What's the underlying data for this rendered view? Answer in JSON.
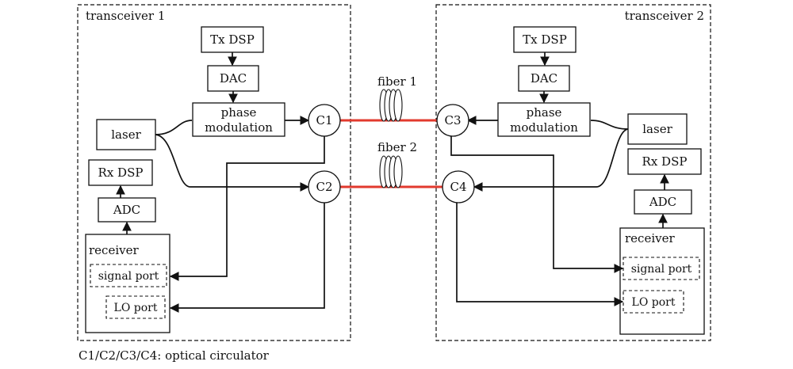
{
  "transceiver1": {
    "title": "transceiver 1",
    "tx_dsp": "Tx DSP",
    "dac": "DAC",
    "phase_mod_line1": "phase",
    "phase_mod_line2": "modulation",
    "laser": "laser",
    "rx_dsp": "Rx DSP",
    "adc": "ADC",
    "receiver": "receiver",
    "signal_port": "signal port",
    "lo_port": "LO port"
  },
  "transceiver2": {
    "title": "transceiver 2",
    "tx_dsp": "Tx DSP",
    "dac": "DAC",
    "phase_mod_line1": "phase",
    "phase_mod_line2": "modulation",
    "laser": "laser",
    "rx_dsp": "Rx DSP",
    "adc": "ADC",
    "receiver": "receiver",
    "signal_port": "signal port",
    "lo_port": "LO port"
  },
  "circulators": {
    "c1": "C1",
    "c2": "C2",
    "c3": "C3",
    "c4": "C4"
  },
  "fibers": {
    "fiber1": "fiber 1",
    "fiber2": "fiber 2"
  },
  "caption": "C1/C2/C3/C4: optical circulator",
  "colors": {
    "fiber": "#e23a2e",
    "line": "#111111"
  }
}
